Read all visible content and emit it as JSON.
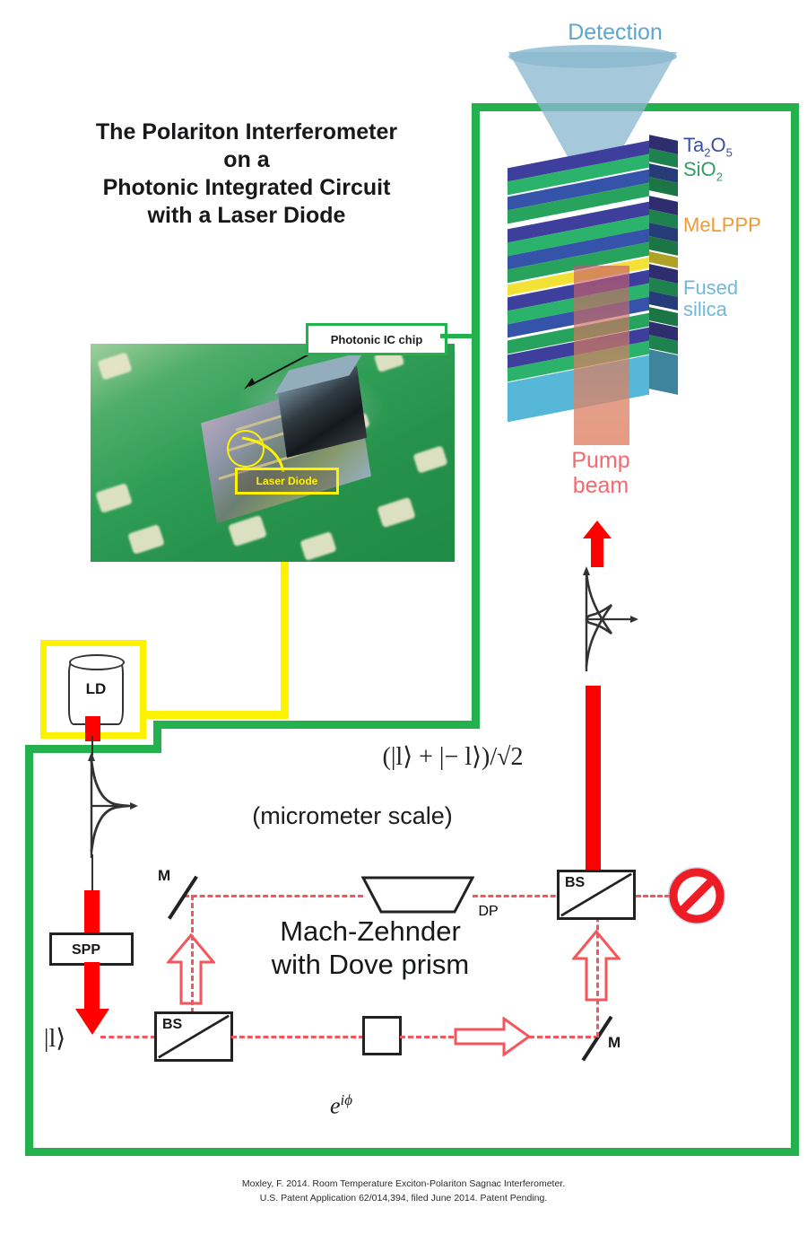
{
  "figure": {
    "title_lines": [
      "The Polariton Interferometer",
      "on a",
      "Photonic Integrated Circuit",
      "with a Laser Diode"
    ],
    "citation_lines": [
      "Moxley, F. 2014. Room Temperature Exciton-Polariton Sagnac Interferometer.",
      "U.S. Patent Application 62/014,394, filed June 2014. Patent Pending."
    ]
  },
  "microcavity": {
    "detection_label": "Detection",
    "materials": [
      {
        "name": "Ta2O5",
        "display": "Ta",
        "sub1": "2",
        "mid": "O",
        "sub2": "5",
        "color": "#3B4FA0"
      },
      {
        "name": "SiO2",
        "display": "SiO",
        "sub1": "2",
        "color": "#2F9E62"
      },
      {
        "name": "MeLPPP",
        "display": "MeLPPP",
        "color": "#F3992F"
      },
      {
        "name": "Fused silica",
        "line1": "Fused",
        "line2": "silica",
        "color": "#6FB8DC"
      }
    ],
    "pump_label_line1": "Pump",
    "pump_label_line2": "beam",
    "pump_color": "#F2696E"
  },
  "photo": {
    "callout_chip": "Photonic IC chip",
    "callout_chip_color": "#22B14C",
    "callout_laser": "Laser Diode",
    "callout_laser_color": "#FFF200"
  },
  "schematic": {
    "laser_diode_label": "LD",
    "superposition_formula": "(|l⟩ + |− l⟩)/√2",
    "scale_note": "(micrometer scale)",
    "interferometer_name_line1": "Mach-Zehnder",
    "interferometer_name_line2": "with Dove prism",
    "phase_label": "e",
    "phase_exponent": "iϕ",
    "input_state": "|l⟩",
    "components": [
      {
        "id": "spp",
        "label": "SPP",
        "name": "spiral-phase-plate"
      },
      {
        "id": "bs1",
        "label": "BS",
        "name": "beam-splitter-input"
      },
      {
        "id": "bs2",
        "label": "BS",
        "name": "beam-splitter-output"
      },
      {
        "id": "dp",
        "label": "DP",
        "name": "dove-prism"
      },
      {
        "id": "m1",
        "label": "M",
        "name": "mirror-upper-left"
      },
      {
        "id": "m2",
        "label": "M",
        "name": "mirror-lower-right"
      }
    ],
    "beam_color": "#F4565B",
    "solid_beam_color": "#FF0000",
    "blocked_port_icon": "no-entry-sign"
  },
  "colors": {
    "frame_green": "#22B14C",
    "frame_yellow": "#FFF200",
    "red": "#FF0000",
    "dashed_red": "#F4565B",
    "detection_blue": "#5BA7CE"
  }
}
